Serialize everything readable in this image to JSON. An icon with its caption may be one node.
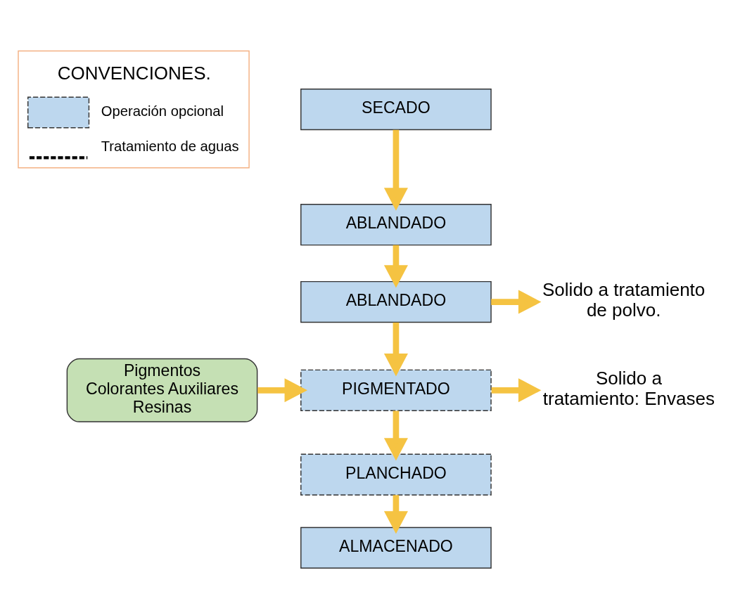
{
  "diagram": {
    "nodes": [
      {
        "text": [
          "SECADO"
        ]
      },
      {
        "text": [
          "ABLANDADO"
        ]
      },
      {
        "text": [
          "ABLANDADO"
        ]
      },
      {
        "text": [
          "Solido a tratamiento de polvo."
        ]
      },
      {
        "text": [
          "Pigmentos Colorantes Auxiliares Resinas"
        ]
      },
      {
        "text": [
          "PIGMENTADO"
        ]
      },
      {
        "text": [
          "Solido a tratamiento: Envases"
        ]
      },
      {
        "text": [
          "PLANCHADO"
        ]
      },
      {
        "text": [
          "ALMACENADO"
        ]
      }
    ],
    "edges": [
      {
        "from": 0,
        "to": 1,
        "arrow": "to"
      },
      {
        "from": 1,
        "to": 2,
        "arrow": "to"
      },
      {
        "from": 2,
        "to": 3,
        "arrow": "to"
      },
      {
        "from": 2,
        "to": 5,
        "arrow": "to"
      },
      {
        "from": 4,
        "to": 5,
        "arrow": "to"
      },
      {
        "from": 5,
        "to": 6,
        "arrow": "to"
      },
      {
        "from": 5,
        "to": 7,
        "arrow": "to"
      },
      {
        "from": 7,
        "to": 8,
        "arrow": "to"
      }
    ],
    "labels": [
      "CONVENCIONES."
    ],
    "legend": [
      {
        "text": "Operación opcional"
      },
      {
        "text": "Tratamiento de aguas"
      }
    ]
  }
}
